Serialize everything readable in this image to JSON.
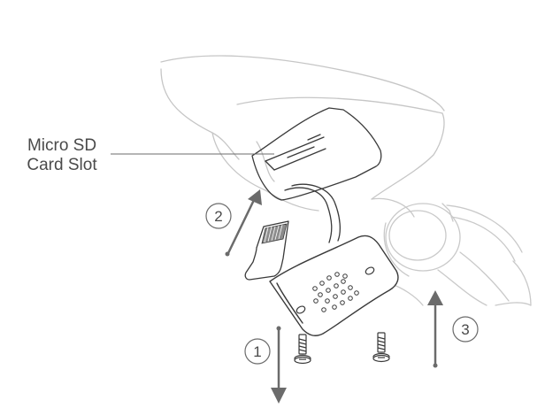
{
  "callout": {
    "line1": "Micro SD",
    "line2": "Card Slot"
  },
  "steps": {
    "one": "1",
    "two": "2",
    "three": "3"
  },
  "colors": {
    "outline_dark": "#3a3a3a",
    "outline_light": "#c9c9c9",
    "outline_mid": "#9a9a9a",
    "arrow": "#6b6b6b",
    "card_fill": "#8c8c8c",
    "text": "#4a4a4a"
  }
}
